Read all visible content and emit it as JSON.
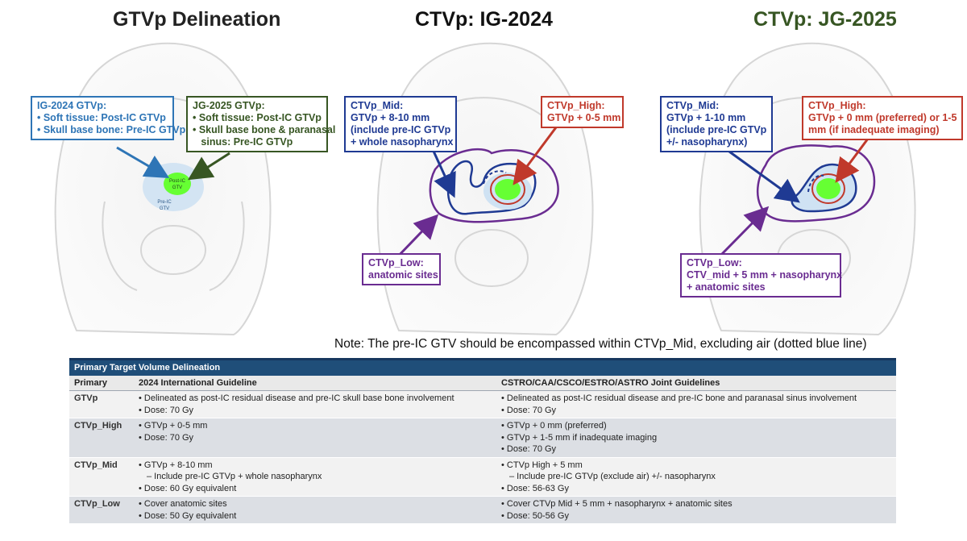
{
  "titles": {
    "left": "GTVp Delineation",
    "middle": "CTVp: IG-2024",
    "right": "CTVp: JG-2025"
  },
  "colors": {
    "blue_dark": "#1f3a93",
    "blue_light": "#2e75b6",
    "olive": "#375623",
    "red": "#c0392b",
    "purple": "#6a2c91",
    "green_fill": "#66ff33",
    "light_blue_fill": "#cfe2f3",
    "table_header": "#1f4e79"
  },
  "left_panel": {
    "ig_box": {
      "title": "IG-2024 GTVp:",
      "lines": [
        "• Soft tissue: Post-IC GTVp",
        "• Skull base bone: Pre-IC GTVp"
      ]
    },
    "jg_box": {
      "title": "JG-2025 GTVp:",
      "lines": [
        "• Soft tissue: Post-IC GTVp",
        "• Skull base bone & paranasal",
        "   sinus: Pre-IC GTVp"
      ]
    },
    "post_ic_label": [
      "Post-IC",
      "GTV"
    ],
    "pre_ic_label": [
      "Pre-IC",
      "GTV"
    ]
  },
  "middle_panel": {
    "mid_box": [
      "CTVp_Mid:",
      "GTVp + 8-10 mm",
      "(include pre-IC GTVp",
      "+ whole nasopharynx"
    ],
    "high_box": [
      "CTVp_High:",
      "GTVp + 0-5 mm"
    ],
    "low_box": [
      "CTVp_Low:",
      "anatomic sites"
    ]
  },
  "right_panel": {
    "mid_box": [
      "CTVp_Mid:",
      "GTVp + 1-10 mm",
      "(include pre-IC GTVp",
      "+/- nasopharynx)"
    ],
    "high_box": [
      "CTVp_High:",
      "GTVp + 0 mm (preferred) or 1-5",
      "mm (if inadequate imaging)"
    ],
    "low_box": [
      "CTVp_Low:",
      "CTV_mid + 5 mm + nasopharynx",
      "+ anatomic sites"
    ]
  },
  "note": "Note: The pre-IC GTV should be encompassed within CTVp_Mid, excluding air (dotted blue line)",
  "table": {
    "title": "Primary Target Volume Delineation",
    "headers": [
      "Primary",
      "2024 International Guideline",
      "CSTRO/CAA/CSCO/ESTRO/ASTRO Joint Guidelines"
    ],
    "rows": [
      {
        "label": "GTVp",
        "ig": [
          "• Delineated as post-IC residual disease and pre-IC skull base bone involvement",
          "• Dose: 70 Gy"
        ],
        "jg": [
          "• Delineated as post-IC residual disease and pre-IC bone and paranasal sinus involvement",
          "• Dose: 70 Gy"
        ]
      },
      {
        "label": "CTVp_High",
        "ig": [
          "• GTVp + 0-5 mm",
          "• Dose: 70 Gy"
        ],
        "jg": [
          "• GTVp + 0 mm (preferred)",
          "• GTVp + 1-5 mm if inadequate imaging",
          "• Dose: 70 Gy"
        ]
      },
      {
        "label": "CTVp_Mid",
        "ig": [
          "• GTVp + 8-10 mm",
          "– Include pre-IC GTVp + whole nasopharynx",
          "• Dose: 60 Gy equivalent"
        ],
        "jg": [
          "• CTVp High + 5 mm",
          "– Include pre-IC GTVp (exclude air) +/- nasopharynx",
          "• Dose: 56-63 Gy"
        ]
      },
      {
        "label": "CTVp_Low",
        "ig": [
          "• Cover anatomic sites",
          "• Dose: 50 Gy equivalent"
        ],
        "jg": [
          "• Cover CTVp Mid + 5 mm + nasopharynx + anatomic sites",
          "• Dose: 50-56 Gy"
        ]
      }
    ]
  }
}
